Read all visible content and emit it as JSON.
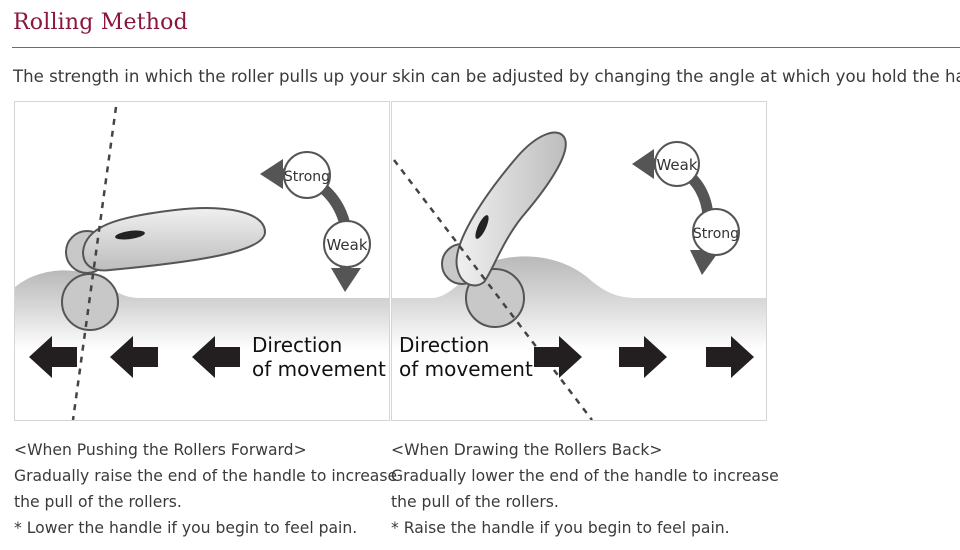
{
  "header": {
    "title": "Rolling Method",
    "intro": "The strength in which the roller pulls up your skin can be adjusted by changing the angle at which you hold the handle."
  },
  "panels": [
    {
      "strong_label": "Strong",
      "weak_label": "Weak",
      "direction_line1": "Direction",
      "direction_line2": "of movement",
      "caption_heading": "<When Pushing the Rollers Forward>",
      "caption_line1": "Gradually raise the end of the handle to increase",
      "caption_line2": "the pull of the rollers.",
      "caption_note": "* Lower the handle if you begin to feel pain."
    },
    {
      "strong_label": "Strong",
      "weak_label": "Weak",
      "direction_line1": "Direction",
      "direction_line2": "of movement",
      "caption_heading": "<When Drawing the Rollers Back>",
      "caption_line1": "Gradually lower the end of the handle to increase",
      "caption_line2": "the pull of the rollers.",
      "caption_note": "* Raise the handle if you begin to feel pain."
    }
  ],
  "colors": {
    "title": "#8a1640",
    "rule": "#b04a70",
    "arrow": "#231f20",
    "curve_arrow": "#555555",
    "skin": "#d0d0d0",
    "roller": "#c8c8c8"
  }
}
